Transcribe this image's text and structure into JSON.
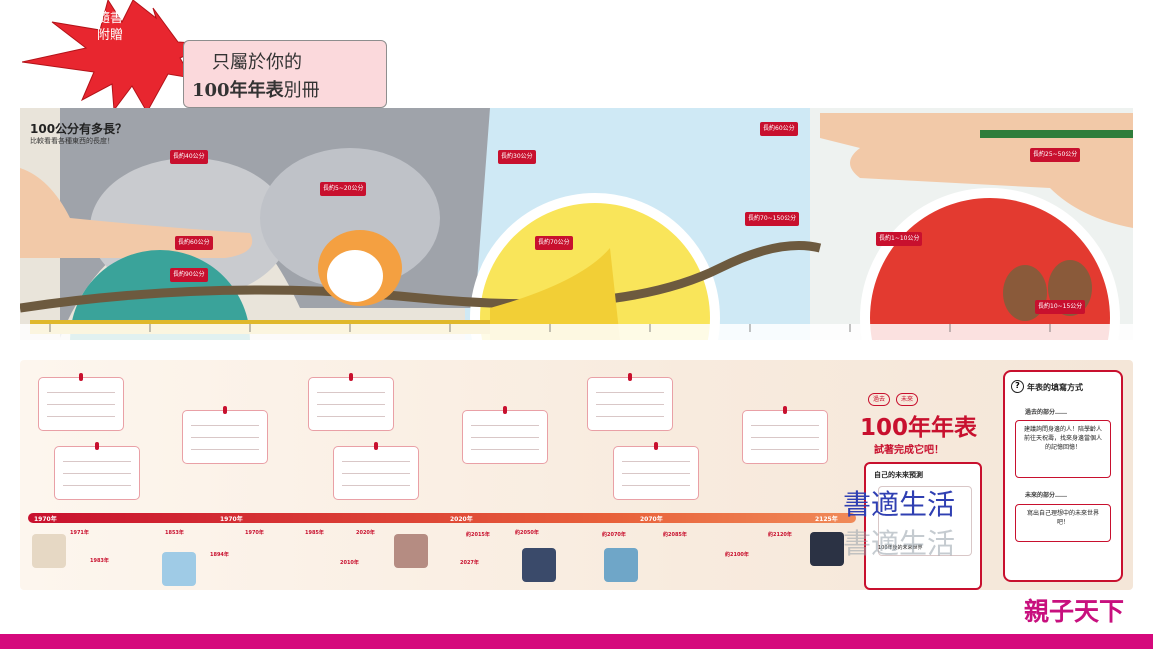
{
  "badge": {
    "line1": "隨書",
    "line2": "附贈"
  },
  "label": {
    "line1": "只屬於你的",
    "line2_bold": "100年年表",
    "line2_rest": "別冊"
  },
  "ruler": {
    "title": "100公分有多長？",
    "subtitle": "比較看看各種東西的長度！",
    "tags": [
      "長約40公分",
      "長約5~20公分",
      "長約60公分",
      "長約90公分",
      "長約30公分",
      "長約70公分",
      "長約60公分",
      "長約70~150公分",
      "長約25~50公分",
      "長約1~10公分",
      "長約10~15公分"
    ]
  },
  "timeline": {
    "bar_labels": [
      "1970年",
      "1970年",
      "2020年",
      "2070年",
      "2125年"
    ],
    "events": [
      {
        "year": "1971年",
        "text": ""
      },
      {
        "year": "1983年",
        "text": ""
      },
      {
        "year": "1853年",
        "text": ""
      },
      {
        "year": "1894年",
        "text": ""
      },
      {
        "year": "1970年",
        "text": ""
      },
      {
        "year": "1985年",
        "text": ""
      },
      {
        "year": "2020年",
        "text": ""
      },
      {
        "year": "2010年",
        "text": ""
      },
      {
        "year": "約2015年",
        "text": ""
      },
      {
        "year": "約2050年",
        "text": ""
      },
      {
        "year": "2027年",
        "text": ""
      },
      {
        "year": "約2070年",
        "text": ""
      },
      {
        "year": "約2085年",
        "text": ""
      },
      {
        "year": "約2100年",
        "text": ""
      },
      {
        "year": "約2120年",
        "text": ""
      }
    ],
    "title_panel": {
      "pills": [
        "過去",
        "未來"
      ],
      "big": "100年年表",
      "sub": "試著完成它吧！",
      "future_title": "自己的未來預測",
      "future_label": "100年後的未來世界"
    },
    "how_panel": {
      "title": "年表的填寫方式",
      "past_head": "過去的部分……",
      "past_body": "建議詢問身邊的人！陪學齡人前往天祝壽，找來身邊當個人的記憶回憶！",
      "future_head": "未來的部分……",
      "future_body": "寫出自己理想中的未來世界吧！"
    }
  },
  "watermark": {
    "text": "書適生活"
  },
  "brand": {
    "name": "親子天下"
  },
  "colors": {
    "accent": "#c8102e",
    "footer": "#d5097c",
    "watermark": "#2f3fb2",
    "starburst": "#e8262f"
  }
}
